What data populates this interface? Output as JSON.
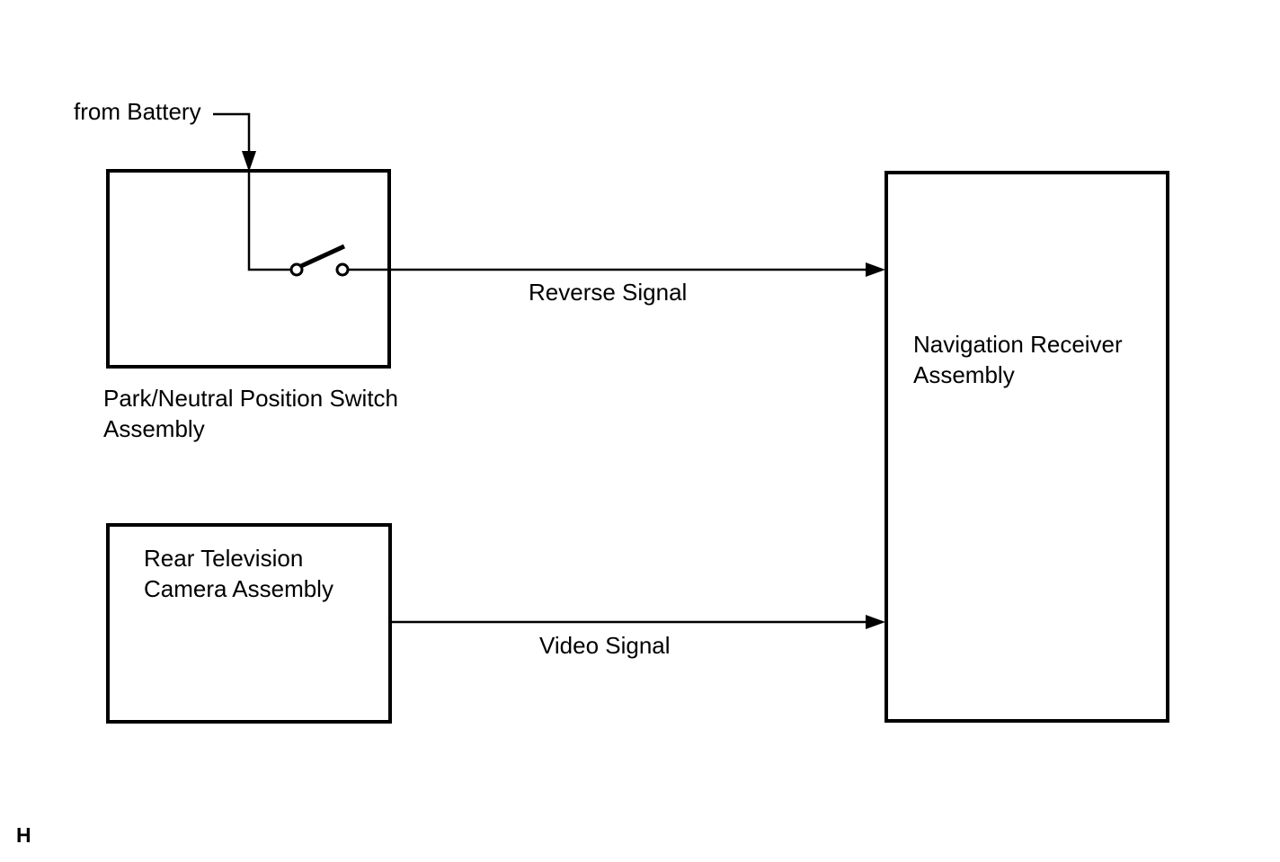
{
  "page": {
    "background_color": "#ffffff",
    "line_color": "#000000",
    "page_marker": "H"
  },
  "labels": {
    "from_battery": "from Battery"
  },
  "boxes": {
    "park_neutral_switch": {
      "line1": "Park/Neutral Position Switch",
      "line2": "Assembly"
    },
    "rear_camera": {
      "line1": "Rear Television",
      "line2": "Camera Assembly"
    },
    "navigation_receiver": {
      "line1": "Navigation Receiver",
      "line2": "Assembly"
    }
  },
  "signals": {
    "reverse": {
      "label": "Reverse Signal"
    },
    "video": {
      "label": "Video Signal"
    }
  },
  "icons": {
    "battery_arrowhead": "solid-down-triangle",
    "reverse_arrowhead": "solid-right-triangle",
    "video_arrowhead": "solid-right-triangle",
    "switch": "open-contact-switch"
  }
}
